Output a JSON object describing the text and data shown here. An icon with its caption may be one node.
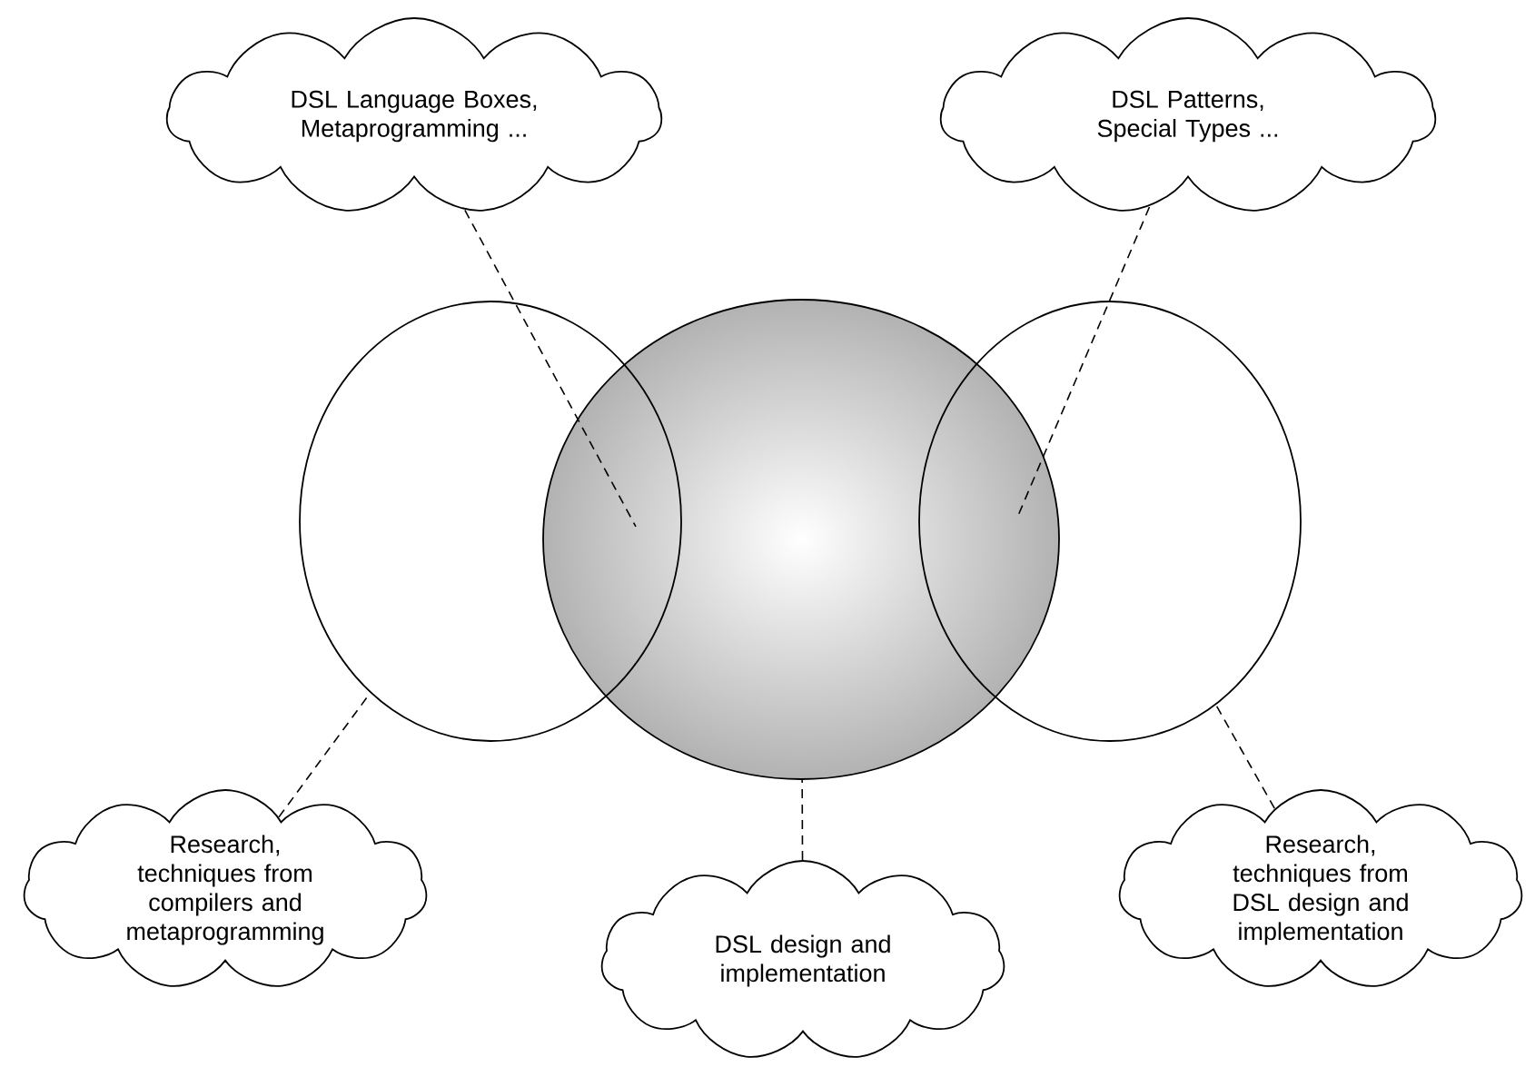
{
  "diagram": {
    "nodes": [
      {
        "text": [
          "DSL Language Boxes, Metaprogramming ..."
        ]
      },
      {
        "text": [
          "DSL Patterns, Special Types ..."
        ]
      },
      {
        "text": [],
        "shape": "circle"
      },
      {
        "text": [],
        "shape": "circle"
      },
      {
        "text": [],
        "shape": "circle"
      },
      {
        "text": [
          "Research, techniques from compilers and metaprogramming"
        ]
      },
      {
        "text": [
          "DSL design and implementation"
        ]
      },
      {
        "text": [
          "Research, techniques from DSL design and implementation"
        ]
      }
    ],
    "edges": [
      {
        "from": 0,
        "to": 2,
        "arrow": "none",
        "style": "dashed"
      },
      {
        "from": 1,
        "to": 4,
        "arrow": "none",
        "style": "dashed"
      },
      {
        "from": 5,
        "to": 2,
        "arrow": "none",
        "style": "dashed"
      },
      {
        "from": 6,
        "to": 3,
        "arrow": "none",
        "style": "dashed"
      },
      {
        "from": 7,
        "to": 4,
        "arrow": "none",
        "style": "dashed"
      }
    ]
  }
}
